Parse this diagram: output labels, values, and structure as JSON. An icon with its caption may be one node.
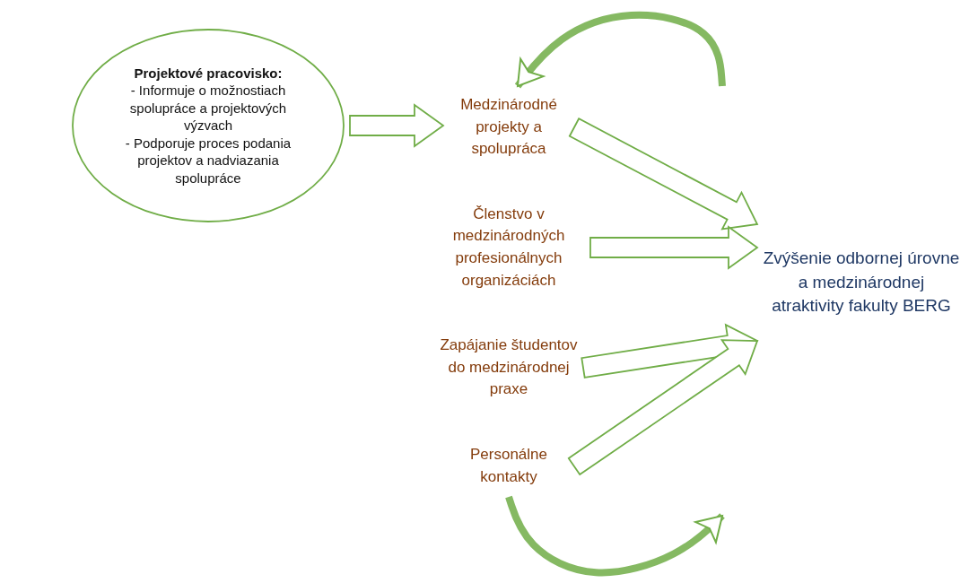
{
  "diagram": {
    "nodes": [
      {
        "text": [
          "Projektové pracovisko:",
          "- Informuje o možnostiach spolupráce a projektových výzvach",
          "- Podporuje proces podania projektov a nadviazania spolupráce"
        ]
      },
      {
        "text": [
          "Medzinárodné projekty a spolupráca"
        ]
      },
      {
        "text": [
          "Členstvo v medzinárodných profesionálnych organizáciách"
        ]
      },
      {
        "text": [
          "Zapájanie študentov do medzinárodnej praxe"
        ]
      },
      {
        "text": [
          "Personálne kontakty"
        ]
      },
      {
        "text": [
          "Zvýšenie odbornej úrovne a medzinárodnej atraktivity fakulty BERG"
        ]
      }
    ],
    "edges": [
      {
        "from": 0,
        "to": 1,
        "arrow": "to"
      },
      {
        "from": 1,
        "to": 5,
        "arrow": "to"
      },
      {
        "from": 2,
        "to": 5,
        "arrow": "to"
      },
      {
        "from": 3,
        "to": 5,
        "arrow": "to"
      },
      {
        "from": 4,
        "to": 5,
        "arrow": "to"
      },
      {
        "from": null,
        "to": 1,
        "arrow": "to"
      },
      {
        "from": 4,
        "to": null,
        "arrow": "to"
      }
    ]
  }
}
